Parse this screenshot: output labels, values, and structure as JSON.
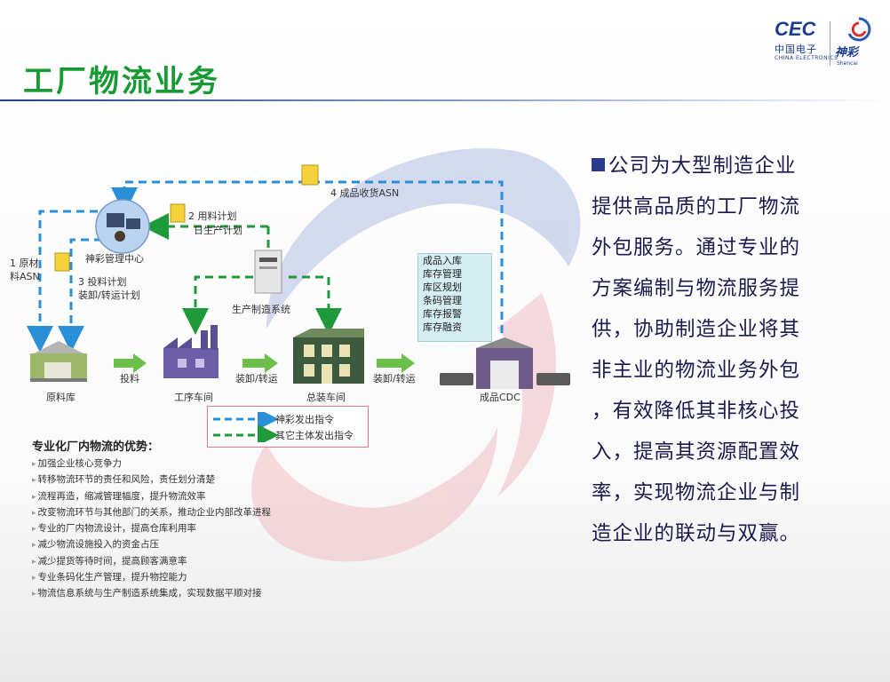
{
  "title": "工厂物流业务",
  "logo": {
    "cec": "CEC",
    "cn": "中国电子",
    "en": "CHINA ELECTRONICS",
    "shencai": "神彩",
    "shencai_en": "Shencai"
  },
  "diagram": {
    "center": "神彩管理中心",
    "production_system": "生产制造系统",
    "nodes": [
      "原料库",
      "工序车间",
      "总装车间",
      "成品CDC"
    ],
    "flow_labels": [
      "投料",
      "装卸/转运",
      "装卸/转运"
    ],
    "msg1": [
      "1 原材",
      "料ASN"
    ],
    "msg2": [
      "2 用料计划",
      "日生产计划"
    ],
    "msg3": [
      "3 投料计划",
      "装卸/转运计划"
    ],
    "msg4": "4 成品收货ASN",
    "infobox": [
      "成品入库",
      "库存管理",
      "库区规划",
      "条码管理",
      "库存报警",
      "库存融资"
    ],
    "legend": [
      "神彩发出指令",
      "其它主体发出指令"
    ],
    "colors": {
      "blue_dashed": "#2a8fd6",
      "green_dashed": "#1f9a3a",
      "green_arrow": "#6cc04a"
    }
  },
  "advantages": {
    "title": "专业化厂内物流的优势：",
    "items": [
      "加强企业核心竞争力",
      "转移物流环节的责任和风险，责任划分清楚",
      "流程再造，缩减管理幅度，提升物流效率",
      "改变物流环节与其他部门的关系，推动企业内部改革进程",
      "专业的厂内物流设计，提高仓库利用率",
      "减少物流设施投入的资金占压",
      "减少提货等待时间，提高顾客满意率",
      "专业条码化生产管理，提升物控能力",
      "物流信息系统与生产制造系统集成，实现数据平顺对接"
    ]
  },
  "right_lines": [
    "公司为大型制造企业",
    "提供高品质的工厂物流",
    "外包服务。通过专业的",
    "方案编制与物流服务提",
    "供，协助制造企业将其",
    "非主业的物流业务外包",
    "，有效降低其非核心投",
    "入，提高其资源配置效",
    "率，实现物流企业与制",
    "造企业的联动与双赢。"
  ]
}
